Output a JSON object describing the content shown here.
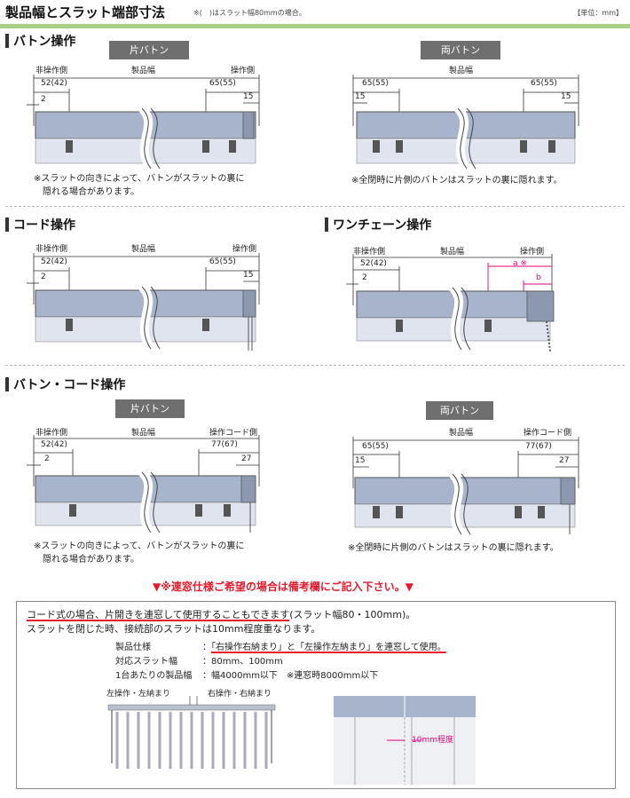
{
  "header": {
    "title": "製品幅とスラット端部寸法",
    "note": "※(　)はスラット幅80mmの場合。",
    "unit": "【単位：mm】"
  },
  "sections": {
    "baton": {
      "title": "バトン操作",
      "left_tab": "片バトン",
      "right_tab": "両バトン"
    },
    "cord": {
      "title": "コード操作"
    },
    "chain": {
      "title": "ワンチェーン操作"
    },
    "baton_cord": {
      "title": "バトン・コード操作",
      "left_tab": "片バトン",
      "right_tab": "両バトン"
    }
  },
  "labels": {
    "non_operating_side": "非操作側",
    "product_width": "製品幅",
    "operating_side": "操作側",
    "operating_cord_side": "操作コード側",
    "d52": "52(42)",
    "d65": "65(55)",
    "d77": "77(67)",
    "d2": "2",
    "d15": "15",
    "d27": "27",
    "a_mark": "a ※",
    "b_mark": "b"
  },
  "notes": {
    "slat_hidden_1": "※スラットの向きによって、バトンがスラットの裏に",
    "slat_hidden_2": "隠れる場合があります。",
    "closed_hidden": "※全閉時に片側のバトンはスラットの裏に隠れます。"
  },
  "red_notice": "▼※連窓仕様ご希望の場合は備考欄にご記入下さい。▼",
  "callout": {
    "line1_underlined": "コード式の場合、片開きを連窓して使用することもできます",
    "line1_rest": "(スラット幅80・100mm)。",
    "line2": "スラットを閉じた時、接続部のスラットは10mm程度重なります。",
    "spec_rows": [
      {
        "label": "製品仕様",
        "value": "「右操作右納まり」と「左操作左納まり」を連窓して使用。"
      },
      {
        "label": "対応スラット幅",
        "value": "80mm、100mm"
      },
      {
        "label": "1台あたりの製品幅",
        "value": "幅4000mm以下　※連窓時8000mm以下"
      }
    ],
    "left_label": "左操作・左納まり",
    "right_label": "右操作・右納まり",
    "overlap_label": "10mm程度"
  },
  "colors": {
    "accent_green": "#a9cf86",
    "rail_blue": "#a8b4cc",
    "red": "#e8192c",
    "magenta": "#e6007e",
    "tab_gray": "#6f6f6f"
  }
}
